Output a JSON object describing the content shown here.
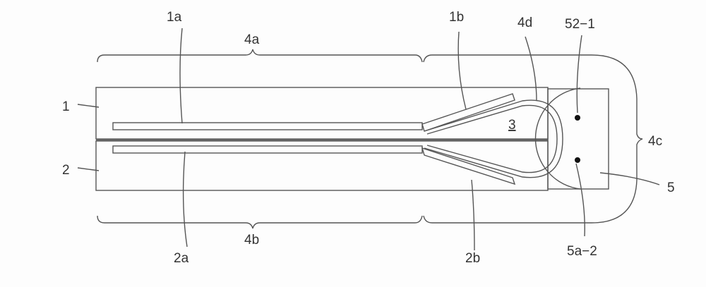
{
  "labels": {
    "l1a": "1a",
    "l4a": "4a",
    "l1b": "1b",
    "l4d": "4d",
    "l52_1": "52−1",
    "l1": "1",
    "l2": "2",
    "l3": "3",
    "l4c": "4c",
    "l5": "5",
    "l2a": "2a",
    "l4b": "4b",
    "l2b": "2b",
    "l5a_2": "5a−2"
  }
}
